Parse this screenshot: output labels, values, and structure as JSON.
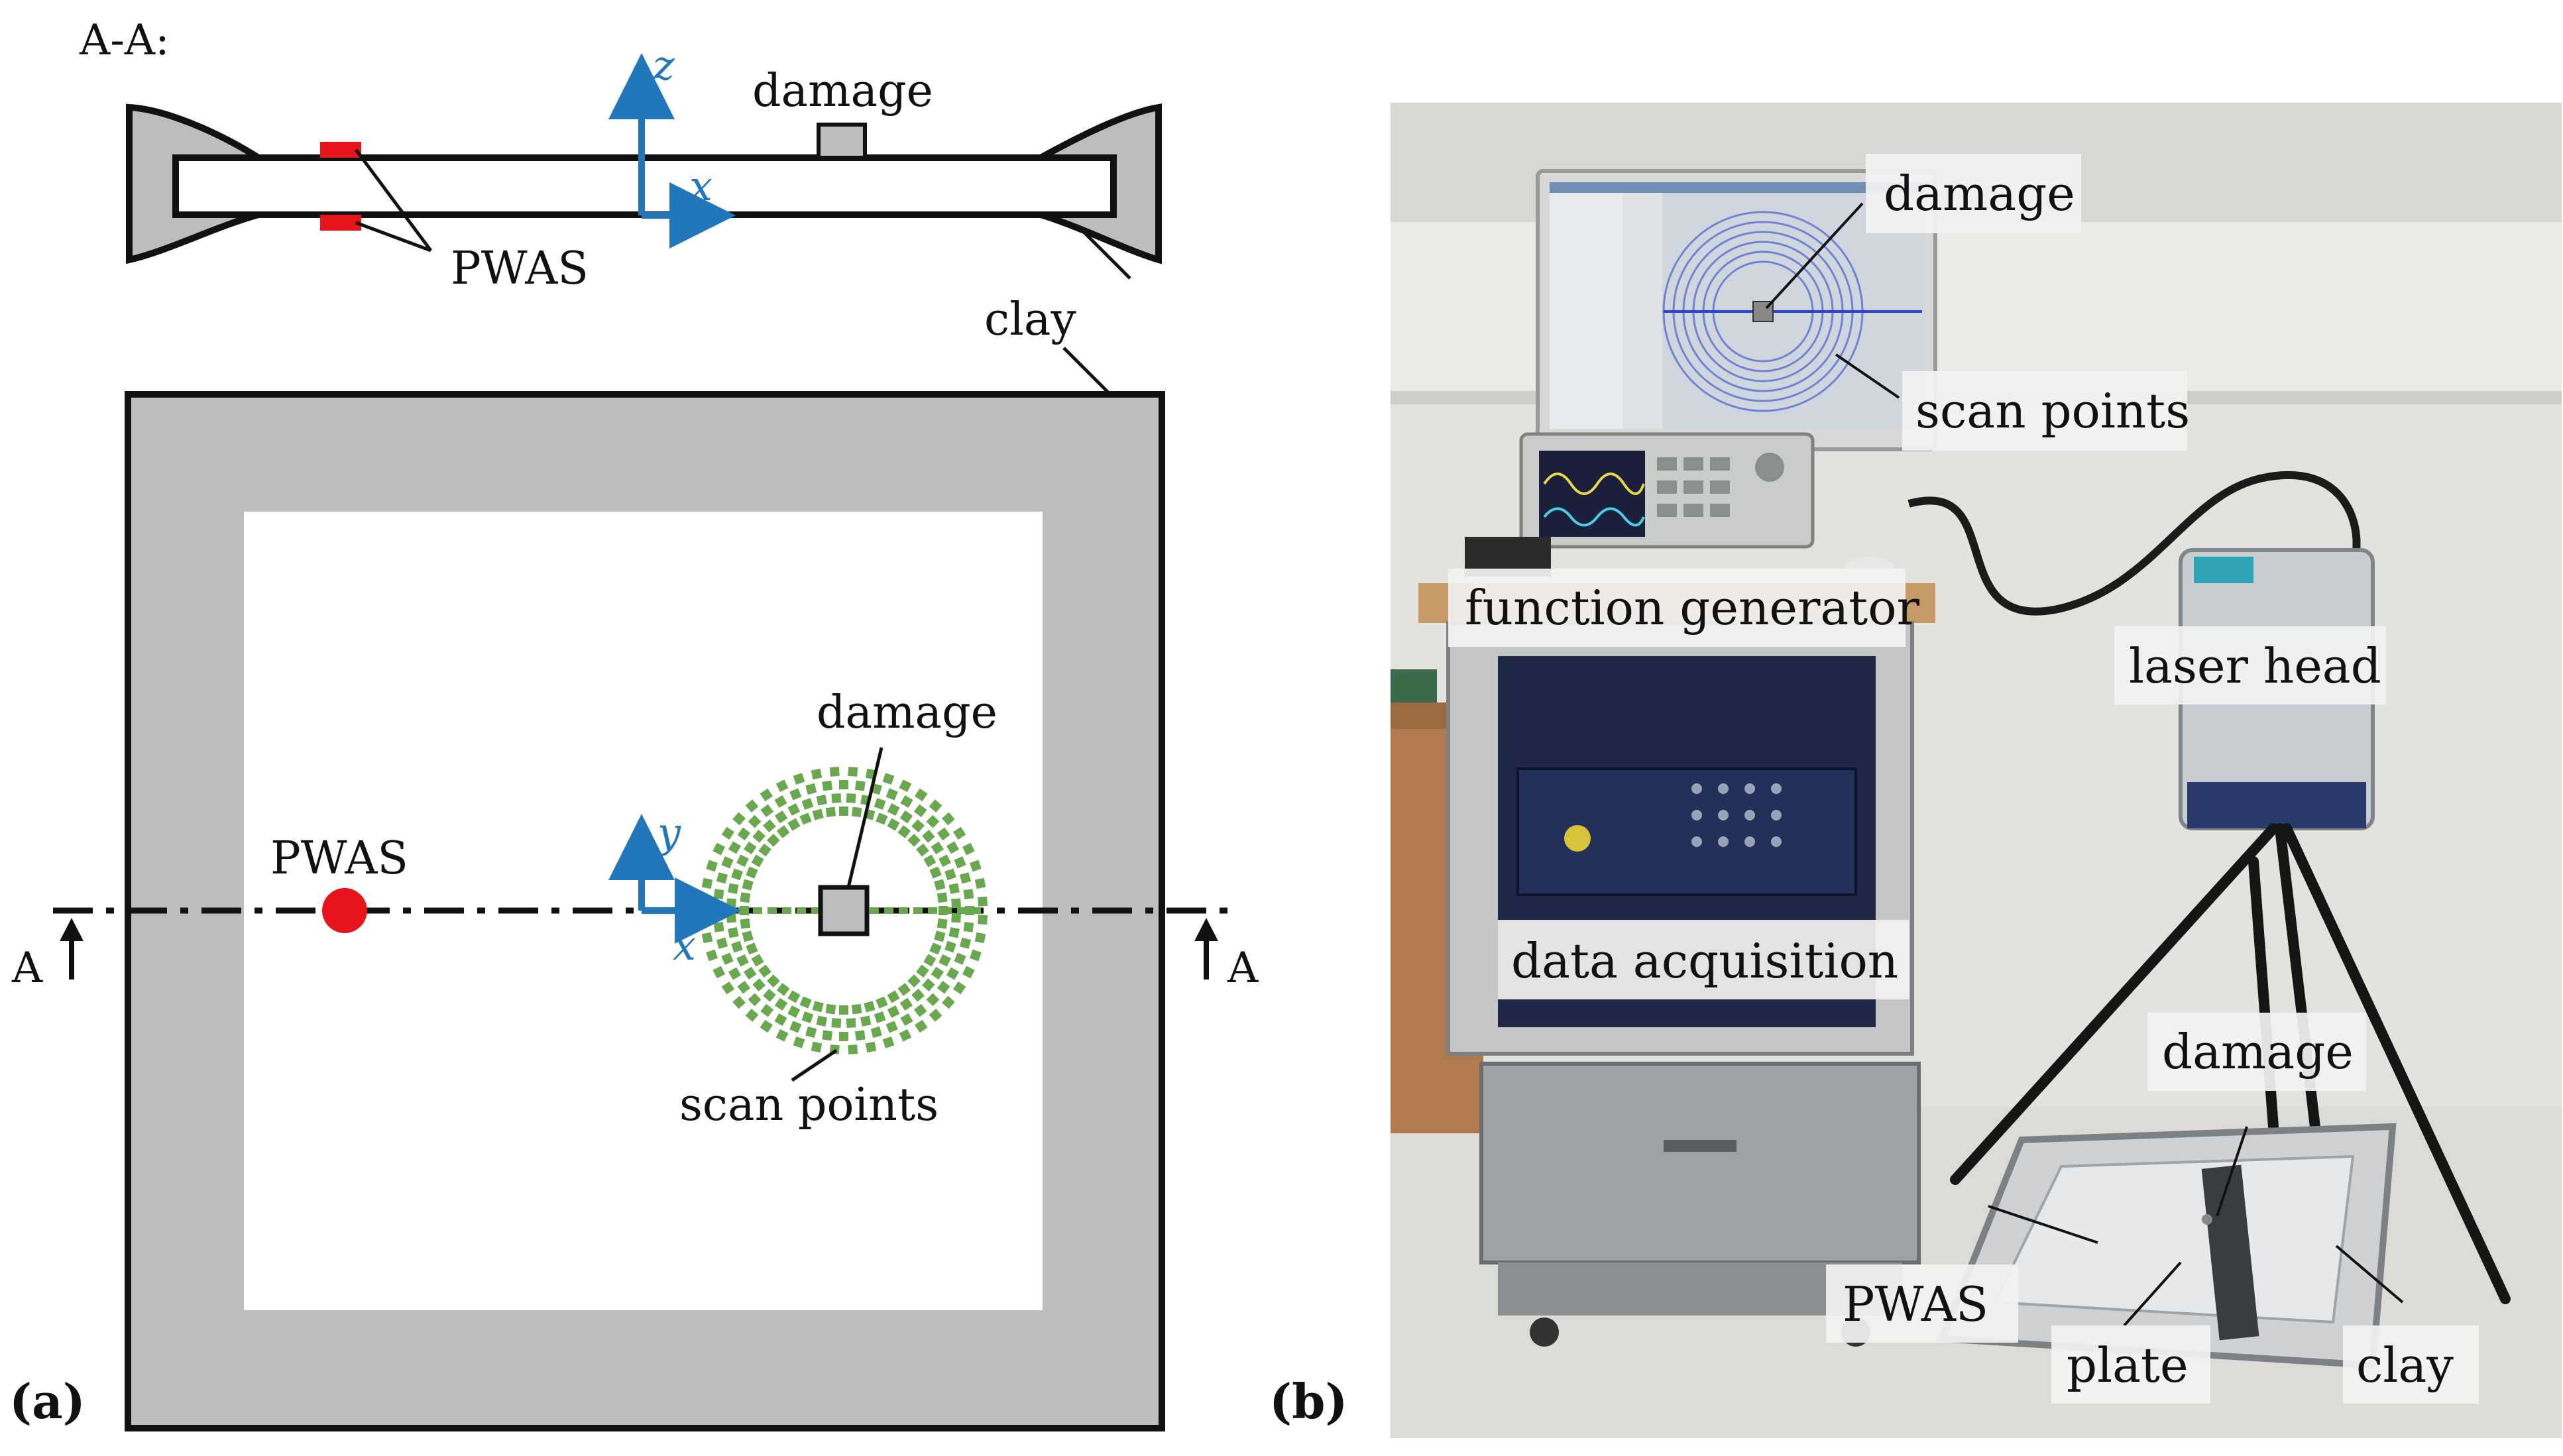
{
  "panel_a": {
    "panel_label": "(a)",
    "section": {
      "title": "A-A:",
      "damage_label": "damage",
      "pwas_label": "PWAS",
      "clay_label": "clay",
      "axis_z": "z",
      "axis_x": "x"
    },
    "top_view": {
      "damage_label": "damage",
      "pwas_label": "PWAS",
      "scan_label": "scan points",
      "axis_y": "y",
      "axis_x": "x",
      "section_mark_left": "A",
      "section_mark_right": "A"
    }
  },
  "panel_b": {
    "panel_label": "(b)",
    "labels": {
      "damage_screen": "damage",
      "scan_points": "scan points",
      "function_generator": "function generator",
      "laser_head": "laser head",
      "data_acquisition": "data acquisition",
      "damage_plate": "damage",
      "pwas": "PWAS",
      "plate": "plate",
      "clay": "clay"
    }
  },
  "colors": {
    "clay": "#bdbdbd",
    "pwas": "#e8141c",
    "axes": "#2277bb",
    "scan_points": "#6aa84f",
    "damage": "#bdbdbd"
  }
}
